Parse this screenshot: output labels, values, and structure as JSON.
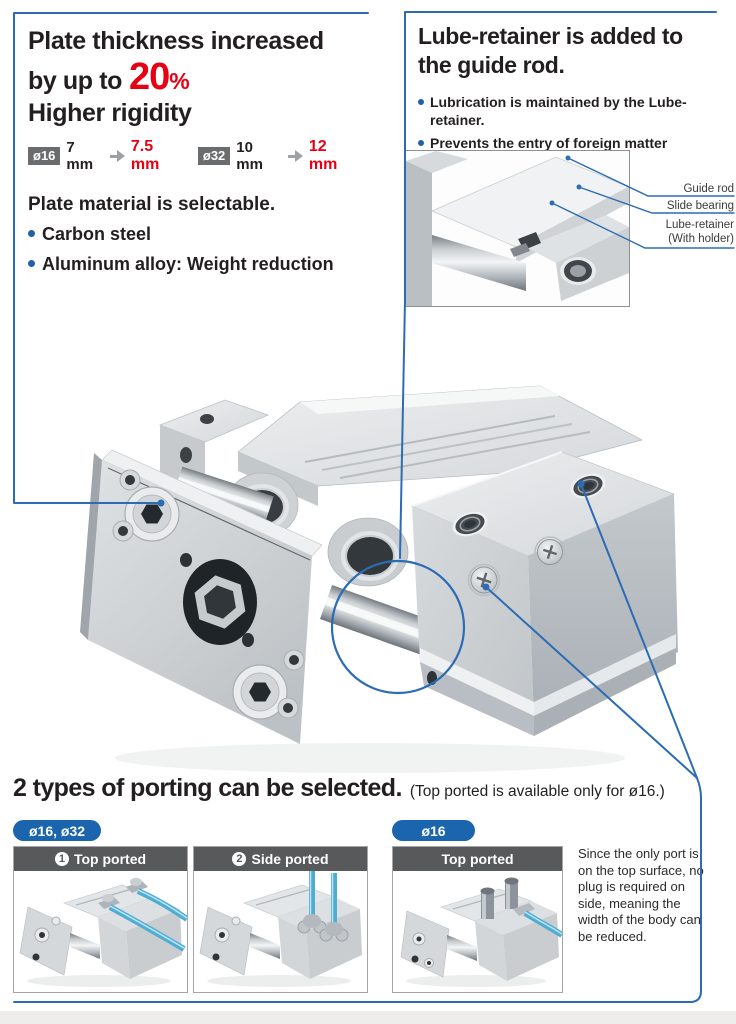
{
  "colors": {
    "accent_blue": "#2b6cb4",
    "badge_blue": "#1b64ae",
    "accent_red": "#e60012",
    "bar_gray": "#58595b",
    "badge_gray": "#6b6c6e"
  },
  "plate_box": {
    "title_line1": "Plate thickness increased",
    "title_line2_prefix": "by up to",
    "title_big": "20",
    "title_pct": "%",
    "title_line3": "Higher rigidity",
    "specs": [
      {
        "badge": "ø16",
        "from": "7 mm",
        "to": "7.5 mm"
      },
      {
        "badge": "ø32",
        "from": "10 mm",
        "to": "12 mm"
      }
    ],
    "subtitle": "Plate material is selectable.",
    "bullets": [
      "Carbon steel",
      "Aluminum alloy: Weight reduction"
    ]
  },
  "lube_box": {
    "title_line1": "Lube-retainer is added to",
    "title_line2": "the guide rod.",
    "bullets": [
      "Lubrication is maintained by the Lube-retainer.",
      "Prevents the entry of foreign matter"
    ],
    "inset_labels": {
      "guide_rod": "Guide rod",
      "slide_bearing": "Slide bearing",
      "lube_retainer": "Lube-retainer",
      "with_holder": "(With holder)"
    }
  },
  "porting": {
    "heading": "2 types of porting can be selected.",
    "note": "(Top ported is available only for ø16.)",
    "badge_both": "ø16, ø32",
    "badge_16": "ø16",
    "panels": [
      {
        "num": "1",
        "label": "Top ported"
      },
      {
        "num": "2",
        "label": "Side ported"
      },
      {
        "num": "",
        "label": "Top ported"
      }
    ],
    "description": "Since the only port is on the top surface, no plug is required on side, meaning the width of the body can be reduced."
  }
}
